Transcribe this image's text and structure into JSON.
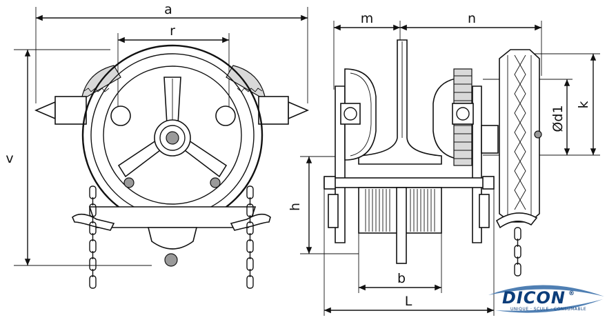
{
  "dimensions": {
    "a": "a",
    "r": "r",
    "v": "v",
    "h": "h",
    "m": "m",
    "n": "n",
    "d1": "Ød1",
    "k": "k",
    "b": "b",
    "L": "L"
  },
  "logo": {
    "name": "DICON",
    "tagline": "UNIQUE · SCULE · CONSUMABLE",
    "registered": "®"
  },
  "colors": {
    "line": "#111111",
    "logo_blue": "#0b3d7a",
    "logo_swoosh": "#4f7fb3"
  }
}
